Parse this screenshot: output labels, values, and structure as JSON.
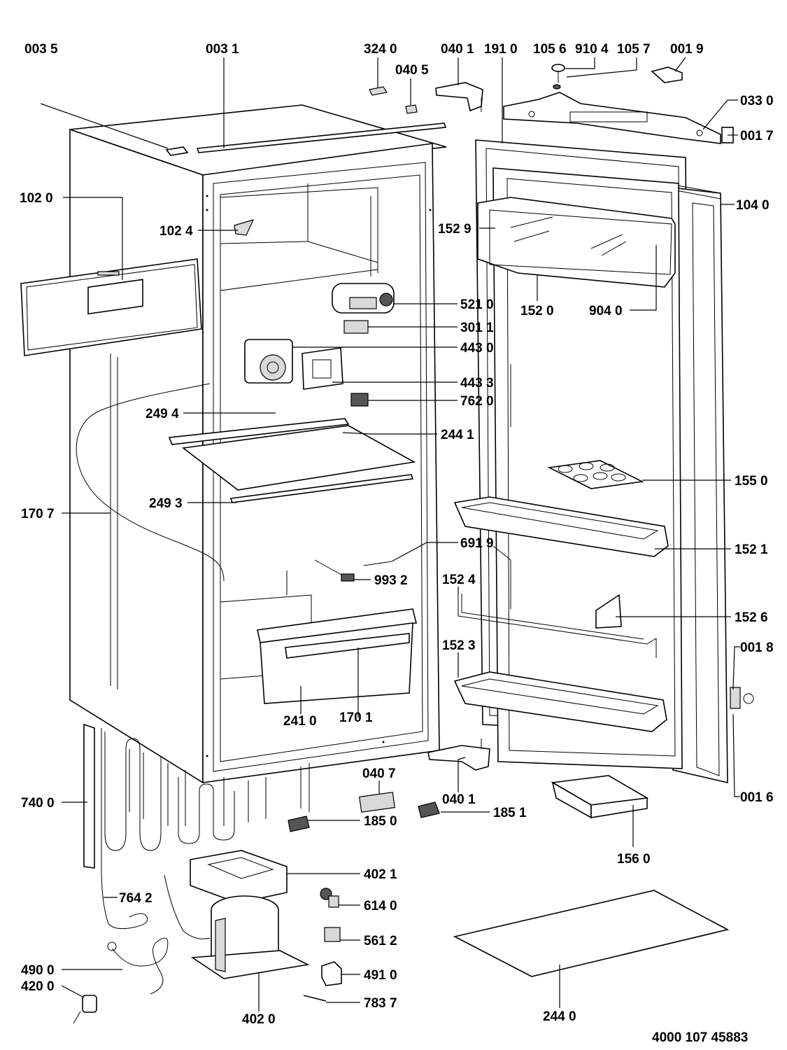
{
  "labels": {
    "l0035": "003 5",
    "l0031": "003 1",
    "l3240": "324 0",
    "l0405": "040 5",
    "l0401a": "040 1",
    "l1910": "191 0",
    "l1056": "105 6",
    "l9104": "910 4",
    "l1057": "105 7",
    "l0019": "001 9",
    "l0330": "033 0",
    "l0017": "001 7",
    "l1020": "102 0",
    "l1024": "102 4",
    "l1040": "104 0",
    "l1529": "152 9",
    "l1520": "152 0",
    "l9040": "904 0",
    "l5210": "521 0",
    "l3011": "301 1",
    "l4430": "443 0",
    "l4433": "443 3",
    "l2494": "249 4",
    "l7620": "762 0",
    "l2441": "244 1",
    "l1550": "155 0",
    "l2493": "249 3",
    "l1707": "170 7",
    "l1521": "152 1",
    "l6919": "691 9",
    "l9932": "993 2",
    "l1524": "152 4",
    "l1526": "152 6",
    "l0018": "001 8",
    "l1523": "152 3",
    "l2410": "241 0",
    "l1701": "170 1",
    "l0407": "040 7",
    "l0401b": "040 1",
    "l1851": "185 1",
    "l7400": "740 0",
    "l1850": "185 0",
    "l0016": "001 6",
    "l1560": "156 0",
    "l4021": "402 1",
    "l7642": "764 2",
    "l6140": "614 0",
    "l5612": "561 2",
    "l4900": "490 0",
    "l4910": "491 0",
    "l4200": "420 0",
    "l7837": "783 7",
    "l4020": "402 0",
    "l2440": "244 0"
  },
  "drawing_number": "4000 107 45883"
}
